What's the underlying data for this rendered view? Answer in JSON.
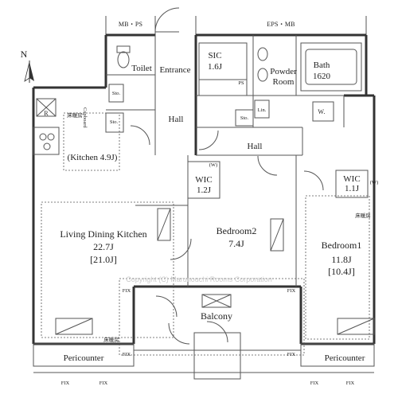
{
  "header": {
    "mb_ps": "MB・PS",
    "eps_mb": "EPS・MB"
  },
  "compass": {
    "letter": "N"
  },
  "rooms": {
    "toilet": "Toilet",
    "entrance": "Entrance",
    "sic_name": "SIC",
    "sic_size": "1.6J",
    "powder_room_line1": "Powder",
    "powder_room_line2": "Room",
    "bath_name": "Bath",
    "bath_size": "1620",
    "hall_1": "Hall",
    "hall_2": "Hall",
    "kitchen": "(Kitchen 4.9J)",
    "ldk_name": "Living Dining Kitchen",
    "ldk_size": "22.7J",
    "ldk_size_alt": "[21.0J]",
    "bedroom2_name": "Bedroom2",
    "bedroom2_size": "7.4J",
    "bedroom1_name": "Bedroom1",
    "bedroom1_size": "11.8J",
    "bedroom1_size_alt": "[10.4J]",
    "wic_left_name": "WIC",
    "wic_left_size": "1.2J",
    "wic_right_name": "WIC",
    "wic_right_size": "1.1J",
    "balcony": "Balcony",
    "pericounter_left": "Pericounter",
    "pericounter_right": "Pericounter"
  },
  "marks": {
    "sto_1": "Sto.",
    "sto_2": "Sto.",
    "sto_3": "Sto.",
    "ps": "PS",
    "lin": "Lin.",
    "w_washer": "W.",
    "w_wic_left": "(W)",
    "w_wic_right": "(W)",
    "refrigerator": "R",
    "cupboard": "Cupboard",
    "floor_heat_1": "床暖房",
    "floor_heat_2": "床暖房",
    "floor_heat_3": "床暖房",
    "fix_1": "FIX",
    "fix_2": "FIX",
    "fix_3": "FIX",
    "fix_4": "FIX",
    "fix_5": "FIX",
    "fix_6": "FIX",
    "fix_7": "FIX",
    "fix_8": "FIX",
    "watermark": "Copyright (C) Marunouchi Rooms Corporation"
  }
}
